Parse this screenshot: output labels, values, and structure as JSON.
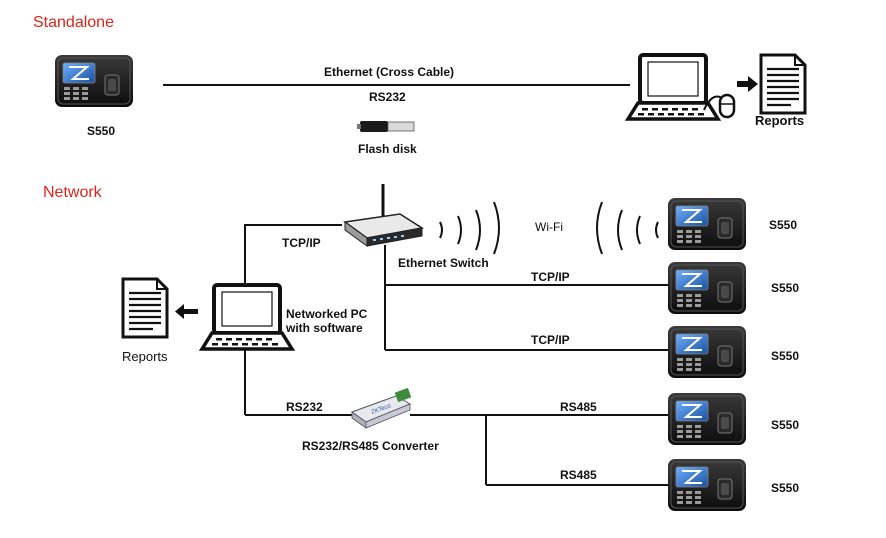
{
  "sections": {
    "standalone": "Standalone",
    "network": "Network"
  },
  "standalone": {
    "device_label": "S550",
    "link_label": "Ethernet  (Cross Cable)",
    "rs232_label": "RS232",
    "flash_label": "Flash disk",
    "reports_label": "Reports"
  },
  "network": {
    "tcpip_label": "TCP/IP",
    "switch_label": "Ethernet Switch",
    "wifi_label": "Wi-Fi",
    "pc_label_line1": "Networked PC",
    "pc_label_line2": "with software",
    "reports_label": "Reports",
    "rs232_label": "RS232",
    "converter_label": "RS232/RS485 Converter",
    "devices": [
      {
        "label": "S550"
      },
      {
        "label": "S550",
        "link": "TCP/IP"
      },
      {
        "label": "S550",
        "link": "TCP/IP"
      },
      {
        "label": "S550",
        "link": "RS485"
      },
      {
        "label": "S550",
        "link": "RS485"
      }
    ]
  }
}
